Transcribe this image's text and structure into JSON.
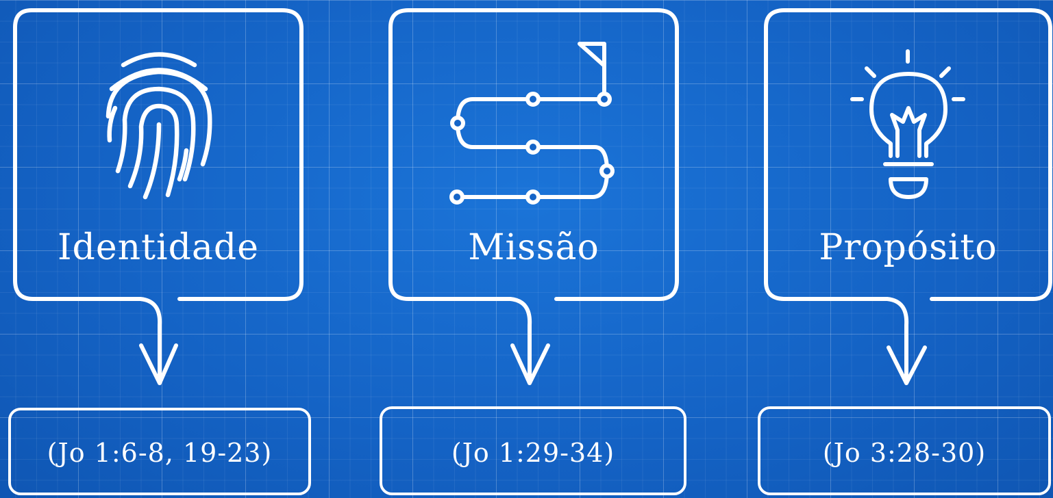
{
  "columns": [
    {
      "title": "Identidade",
      "icon": "fingerprint-icon",
      "reference": "(Jo 1:6-8, 19-23)"
    },
    {
      "title": "Missão",
      "icon": "winding-path-flag-icon",
      "reference": "(Jo 1:29-34)"
    },
    {
      "title": "Propósito",
      "icon": "lightbulb-icon",
      "reference": "(Jo 3:28-30)"
    }
  ],
  "colors": {
    "background": "#1565c8",
    "line": "#ffffff",
    "grid": "#5c98dd"
  }
}
